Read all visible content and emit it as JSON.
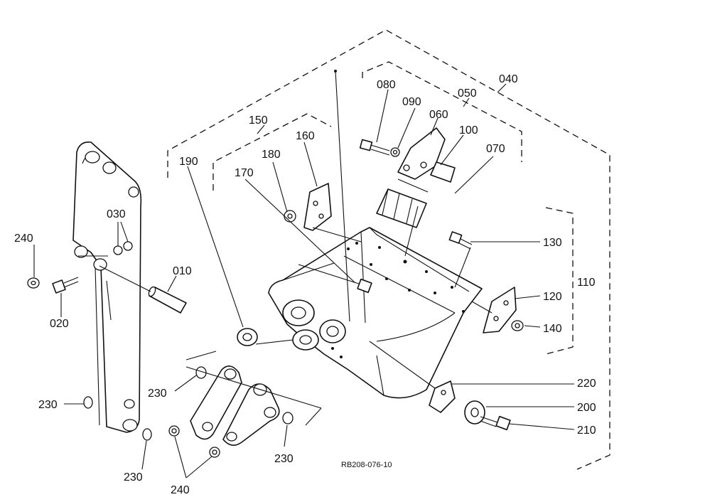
{
  "diagram": {
    "reference_code": "RB208-076-10",
    "callouts": [
      {
        "id": "c010",
        "text": "010"
      },
      {
        "id": "c020",
        "text": "020"
      },
      {
        "id": "c030",
        "text": "030"
      },
      {
        "id": "c040",
        "text": "040"
      },
      {
        "id": "c050",
        "text": "050"
      },
      {
        "id": "c060",
        "text": "060"
      },
      {
        "id": "c070",
        "text": "070"
      },
      {
        "id": "c080",
        "text": "080"
      },
      {
        "id": "c090",
        "text": "090"
      },
      {
        "id": "c100",
        "text": "100"
      },
      {
        "id": "c110",
        "text": "110"
      },
      {
        "id": "c120",
        "text": "120"
      },
      {
        "id": "c130",
        "text": "130"
      },
      {
        "id": "c140",
        "text": "140"
      },
      {
        "id": "c150",
        "text": "150"
      },
      {
        "id": "c160",
        "text": "160"
      },
      {
        "id": "c170",
        "text": "170"
      },
      {
        "id": "c180",
        "text": "180"
      },
      {
        "id": "c190",
        "text": "190"
      },
      {
        "id": "c200",
        "text": "200"
      },
      {
        "id": "c210",
        "text": "210"
      },
      {
        "id": "c220",
        "text": "220"
      },
      {
        "id": "c230a",
        "text": "230"
      },
      {
        "id": "c230b",
        "text": "230"
      },
      {
        "id": "c230c",
        "text": "230"
      },
      {
        "id": "c230d",
        "text": "230"
      },
      {
        "id": "c240a",
        "text": "240"
      },
      {
        "id": "c240b",
        "text": "240"
      }
    ]
  }
}
